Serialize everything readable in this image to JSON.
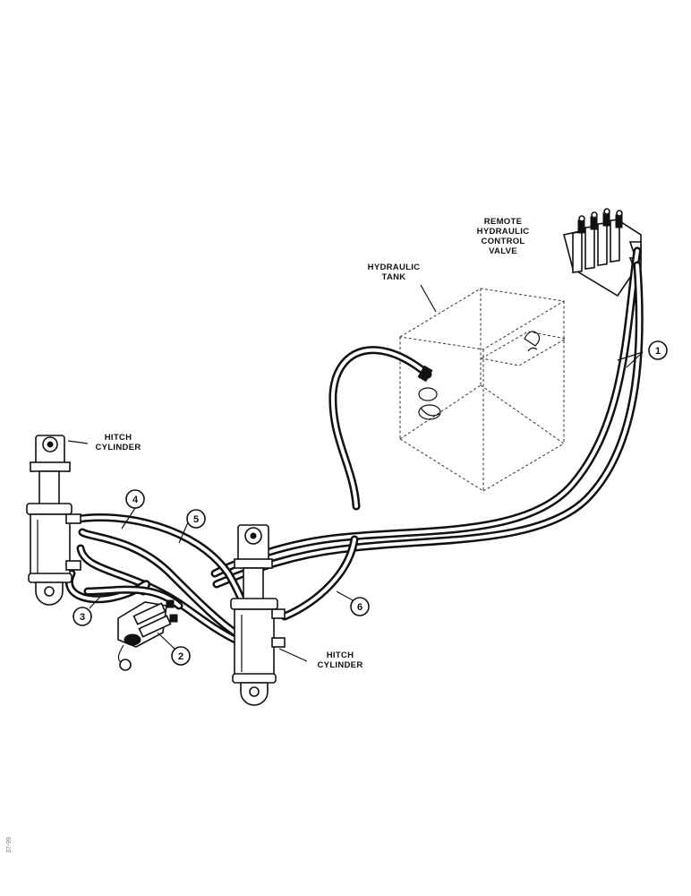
{
  "labels": {
    "remote_valve": [
      "REMOTE",
      "HYDRAULIC",
      "CONTROL",
      "VALVE"
    ],
    "tank": [
      "HYDRAULIC",
      "TANK"
    ],
    "hitch_left": [
      "HITCH",
      "CYLINDER"
    ],
    "hitch_right": [
      "HITCH",
      "CYLINDER"
    ]
  },
  "callouts": [
    "1",
    "2",
    "3",
    "4",
    "5",
    "6"
  ],
  "side_code": "37-99"
}
